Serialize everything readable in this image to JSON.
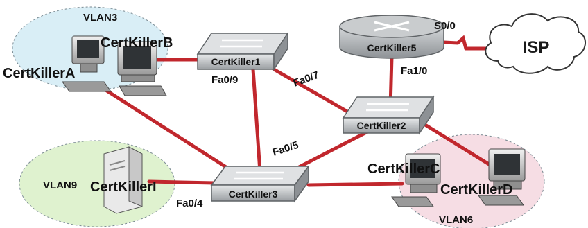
{
  "vlans": {
    "vlan3": "VLAN3",
    "vlan9": "VLAN9",
    "vlan6": "VLAN6"
  },
  "hosts": {
    "a": "CertKillerA",
    "b": "CertKillerB",
    "c": "CertKillerC",
    "d": "CertKillerD",
    "i": "CertKillerI"
  },
  "switches": {
    "s1": "CertKiller1",
    "s2": "CertKiller2",
    "s3": "CertKiller3"
  },
  "router": "CertKiller5",
  "cloud": "ISP",
  "ports": {
    "s00": "S0/0",
    "fa10": "Fa1/0",
    "fa09": "Fa0/9",
    "fa07": "Fa0/7",
    "fa05": "Fa0/5",
    "fa04": "Fa0/4"
  },
  "colors": {
    "link": "#c1272d",
    "switch": "#b9bcbf",
    "router": "#9fa3a6",
    "vlan3_fill": "#d9eef6",
    "vlan9_fill": "#dff2cf",
    "vlan6_fill": "#f6dde4"
  }
}
